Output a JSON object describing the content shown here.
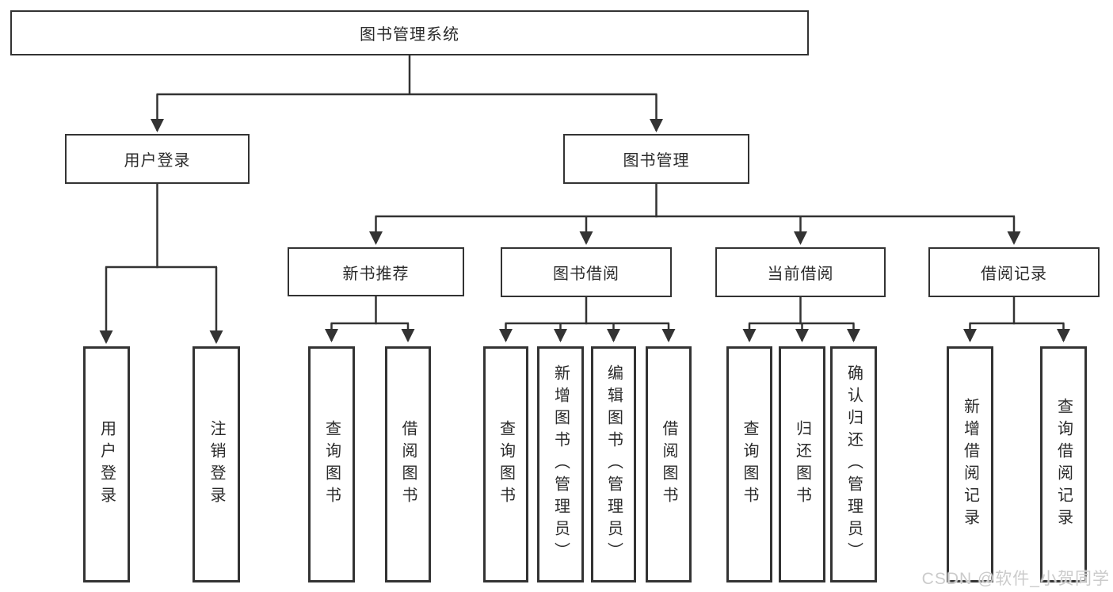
{
  "diagram": {
    "root": {
      "label": "图书管理系统"
    },
    "branches": [
      {
        "label": "用户登录",
        "children": [
          {
            "label": "用户登录"
          },
          {
            "label": "注销登录"
          }
        ]
      },
      {
        "label": "图书管理",
        "children": [
          {
            "label": "新书推荐",
            "children": [
              {
                "label": "查询图书"
              },
              {
                "label": "借阅图书"
              }
            ]
          },
          {
            "label": "图书借阅",
            "children": [
              {
                "label": "查询图书"
              },
              {
                "label": "新增图书（管理员）"
              },
              {
                "label": "编辑图书（管理员）"
              },
              {
                "label": "借阅图书"
              }
            ]
          },
          {
            "label": "当前借阅",
            "children": [
              {
                "label": "查询图书"
              },
              {
                "label": "归还图书"
              },
              {
                "label": "确认归还（管理员）"
              }
            ]
          },
          {
            "label": "借阅记录",
            "children": [
              {
                "label": "新增借阅记录"
              },
              {
                "label": "查询借阅记录"
              }
            ]
          }
        ]
      }
    ]
  },
  "watermark": {
    "text": "CSDN @软件_小贺同学"
  },
  "colors": {
    "line": "#333333",
    "text": "#2b2b2b",
    "background": "#ffffff",
    "watermark": "#cbcbcb"
  }
}
